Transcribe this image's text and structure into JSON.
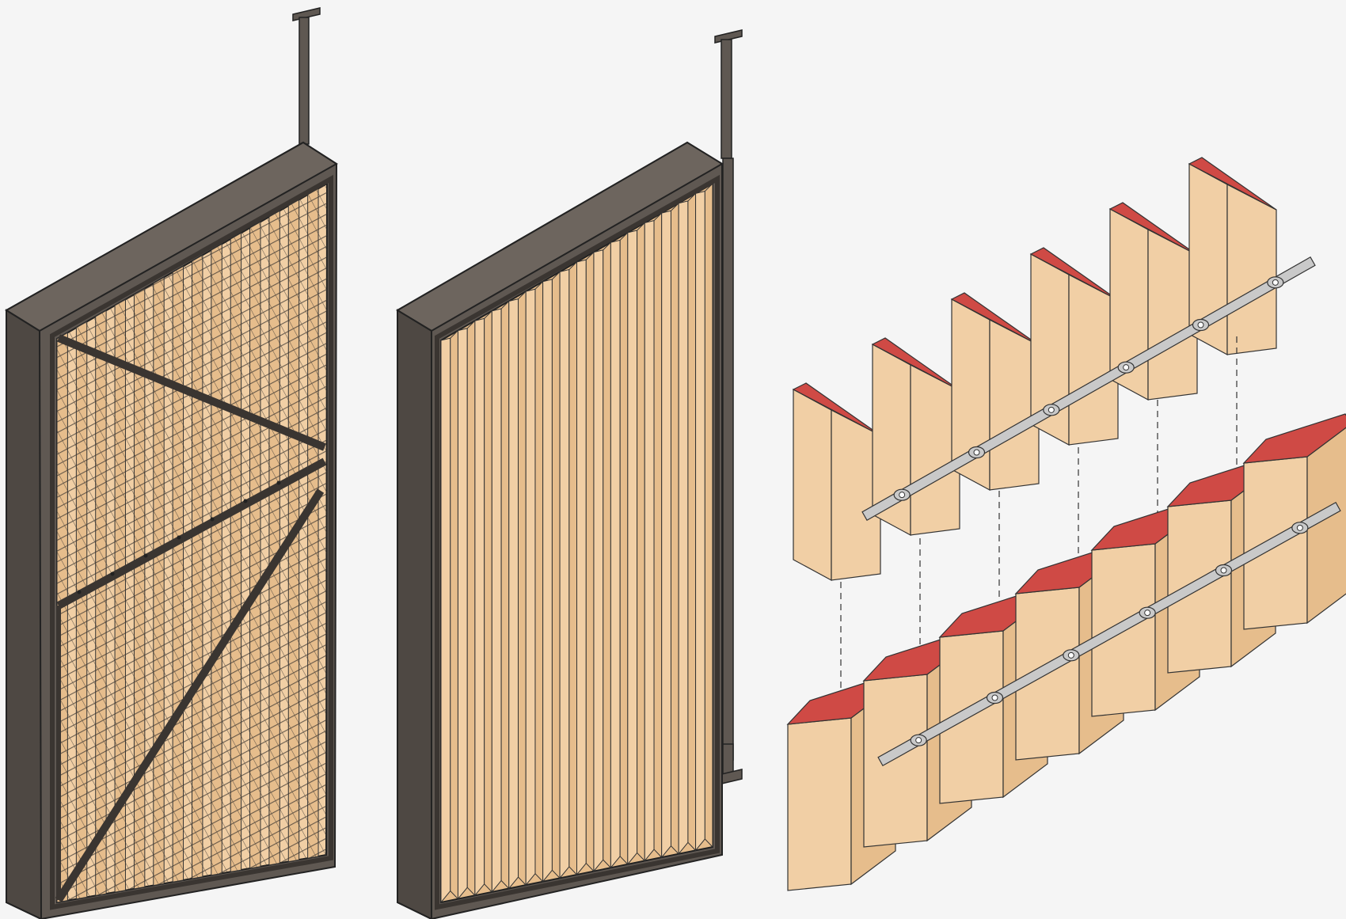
{
  "diagram": {
    "panels": [
      {
        "id": "panel-mesh",
        "description_visible": false
      },
      {
        "id": "panel-louvers",
        "description_visible": false
      },
      {
        "id": "louver-detail",
        "description_visible": false
      }
    ],
    "colors": {
      "background": "#f5f5f5",
      "frame": "#5f5852",
      "frame_dark": "#3a3531",
      "wood": "#f1cfa5",
      "wood_shade": "#e6bd8c",
      "louver_top": "#cf4a45",
      "rod": "#c9c9c9",
      "rod_stroke": "#333333",
      "line": "#222222"
    },
    "louver_detail": {
      "upper_open_fins": 6,
      "lower_closed_fins": 7,
      "pivot_count": 6
    }
  }
}
